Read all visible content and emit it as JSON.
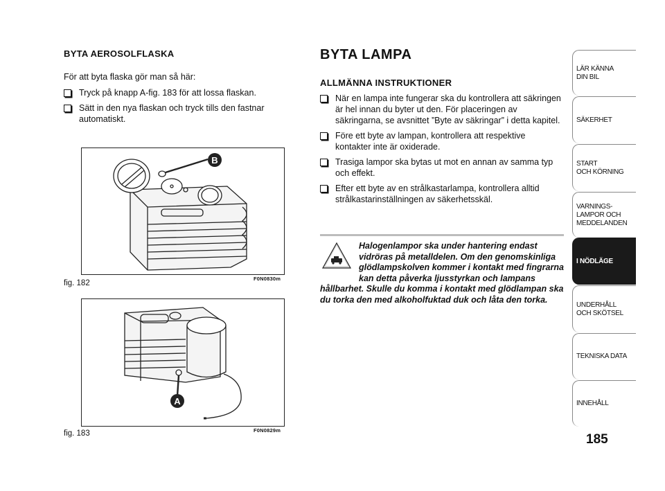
{
  "left": {
    "heading": "BYTA AEROSOLFLASKA",
    "intro": "För att byta flaska gör man så här:",
    "bullets": [
      "Tryck på knapp A-fig. 183 för att lossa flaskan.",
      "Sätt in den nya flaskan och tryck tills den fastnar automatiskt."
    ],
    "figures": [
      {
        "label": "fig. 182",
        "code": "F0N0830m",
        "callout": "B"
      },
      {
        "label": "fig. 183",
        "code": "F0N0829m",
        "callout": "A"
      }
    ]
  },
  "right": {
    "heading": "BYTA LAMPA",
    "subheading": "ALLMÄNNA INSTRUKTIONER",
    "bullets": [
      "När en lampa inte fungerar ska du kontrollera att säkringen är hel innan du byter ut den. För placeringen av säkringarna, se avsnittet ”Byte av säkringar” i detta kapitel.",
      "Före ett byte av lampan, kontrollera att respektive kontakter inte är oxiderade.",
      "Trasiga lampor ska bytas ut mot en annan av samma typ och effekt.",
      "Efter ett byte av en strålkastarlampa, kontrollera alltid strålkastarinställningen av säkerhetsskäl."
    ],
    "warning": "Halogenlampor ska under hantering endast vidröras på metalldelen. Om den genomskinliga glödlampskolven kommer i kontakt med fingrarna kan detta påverka ljusstyrkan och lampans hållbarhet. Skulle du komma i kontakt med glödlampan ska du torka den med alkoholfuktad duk och låta den torka.",
    "warning_icon": "warning-triangle-icon"
  },
  "sidebar": {
    "tabs": [
      {
        "label": "LÄR KÄNNA\nDIN BIL",
        "active": false
      },
      {
        "label": "SÄKERHET",
        "active": false
      },
      {
        "label": "START\nOCH KÖRNING",
        "active": false
      },
      {
        "label": "VARNINGS-\nLAMPOR OCH\nMEDDELANDEN",
        "active": false
      },
      {
        "label": "I NÖDLÄGE",
        "active": true
      },
      {
        "label": "UNDERHÅLL\nOCH SKÖTSEL",
        "active": false
      },
      {
        "label": "TEKNISKA DATA",
        "active": false
      },
      {
        "label": "INNEHÅLL",
        "active": false
      }
    ]
  },
  "page_number": "185",
  "colors": {
    "active_tab": "#1a1a1a",
    "divider": "#bcbcbc"
  }
}
